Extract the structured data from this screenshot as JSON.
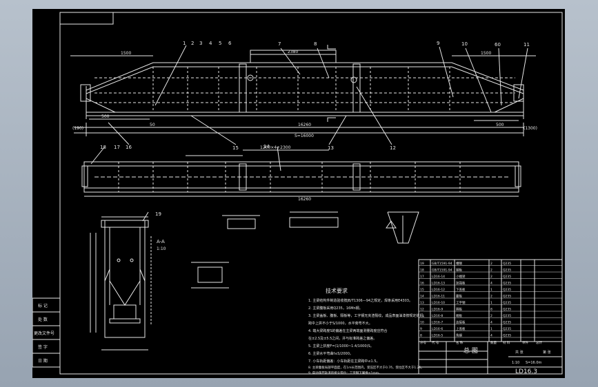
{
  "drawing": {
    "background": "#000000",
    "line_color": "#e8e8e8",
    "detail_color": "#cfcfcf",
    "drawing_number": "LD16.3",
    "sheet_title": "总 图",
    "section_label": "A-A",
    "section_scale": "1:10"
  },
  "dimensions": {
    "main_span": "16260",
    "main_span_2": "S=16000",
    "left_1500": "1500",
    "right_1500": "1500",
    "top_2380": "2380",
    "bottom_span": "16260",
    "bottom_offset": "1200×4+2300",
    "d500": "500",
    "d50": "50",
    "d190": "(190)",
    "d1300": "(1300)"
  },
  "part_callouts": [
    "1",
    "2",
    "3",
    "4",
    "5",
    "6",
    "7",
    "8",
    "9",
    "10",
    "60",
    "11",
    "12",
    "13",
    "14",
    "15",
    "16",
    "17",
    "18",
    "19"
  ],
  "tech_requirements": {
    "title": "技术要求",
    "lines": [
      "1. 主梁结构件制造验收按JB/T1306—94之规定，焊条采用E4303。",
      "2. 主梁腹板采用Q235，16Mn钢。",
      "3. 主梁盖板、腹板、隔板等，工字钢无夹渣裂纹，成品表面油漆按规定执行。",
      "跨中上拱不小于S/1000，水平旁弯不大。",
      "4. 端大梁跨度S的偏差在主梁两端面测量跨度应符合",
      "在±2.5及±5.5之间，并与标准跨差之偏差。",
      "5. 主梁上拱度F=(1/1000~1.4/1000)S。",
      "6. 主梁水平弯曲f≤S/2000。",
      "7. 小车轨距偏差：小车轨距在主梁跨中≤1.5。",
      "8. 主梁腹板局部平面度，在1m长范围内，受压区不大于0.7δ，受拉区不大于1.2δ。",
      "9. 电动葫芦轨道的接头错位：工字钢下翼缘≤1mm。"
    ]
  },
  "left_title_block": [
    "标 记",
    "处 数",
    "更改文件号",
    "签 字",
    "日 期"
  ],
  "parts_list": {
    "rows": [
      [
        "19",
        "GB/T1591-94",
        "槽钢",
        "2",
        "Q235",
        "",
        ""
      ],
      [
        "18",
        "GB/T1591-94",
        "钢板",
        "2",
        "Q235",
        "",
        ""
      ],
      [
        "17",
        "LD16-14",
        "小端梁",
        "2",
        "Q235",
        "",
        ""
      ],
      [
        "16",
        "LD16-13",
        "加强板",
        "4",
        "Q235",
        "",
        ""
      ],
      [
        "15",
        "LD16-12",
        "下盖板",
        "1",
        "Q235",
        "",
        ""
      ],
      [
        "14",
        "LD16-11",
        "腹板",
        "2",
        "Q235",
        "",
        ""
      ],
      [
        "13",
        "LD16-10",
        "工字钢",
        "1",
        "Q235",
        "",
        ""
      ],
      [
        "12",
        "LD16-9",
        "隔板",
        "8",
        "Q235",
        "",
        ""
      ],
      [
        "11",
        "LD16-8",
        "端板",
        "2",
        "Q235",
        "",
        ""
      ],
      [
        "10",
        "LD16-7",
        "连接板",
        "4",
        "Q235",
        "",
        ""
      ],
      [
        "9",
        "LD16-6",
        "上盖板",
        "1",
        "Q235",
        "",
        ""
      ],
      [
        "8",
        "LD16-5",
        "角钢",
        "4",
        "Q235",
        "",
        ""
      ]
    ],
    "header": [
      "序号",
      "代 号",
      "名 称",
      "数量",
      "材 料",
      "单件",
      "总计"
    ]
  },
  "bottom_block": {
    "scale_label": "1:10",
    "sheet_count": "共  张",
    "sheet_index": "第  张",
    "weight": "S=16.0m"
  }
}
